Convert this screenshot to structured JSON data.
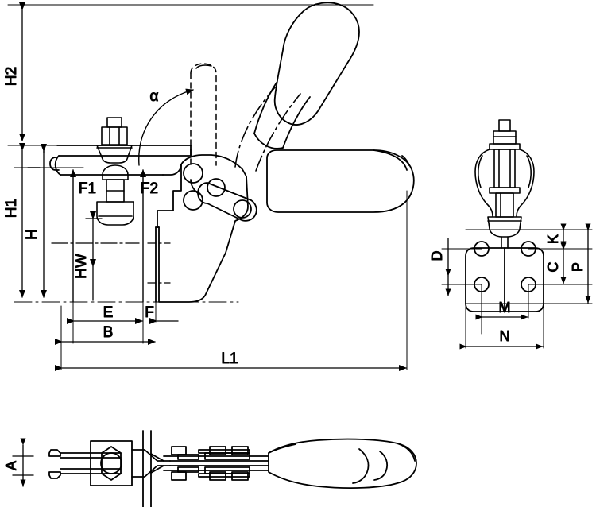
{
  "drawing": {
    "title": "Horizontal toggle clamp - dimensioned engineering drawing",
    "views": {
      "front": "front-elevation",
      "side": "side-elevation",
      "top": "plan-view"
    },
    "line_color": "#000000",
    "background_color": "#ffffff"
  },
  "dimensions": {
    "H2": "H2",
    "H1": "H1",
    "H": "H",
    "HW": "HW",
    "F1": "F1",
    "F2": "F2",
    "E": "E",
    "F": "F",
    "B": "B",
    "L1": "L1",
    "alpha": "α",
    "D": "D",
    "K": "K",
    "C": "C",
    "P": "P",
    "M": "M",
    "N": "N",
    "A": "A"
  }
}
